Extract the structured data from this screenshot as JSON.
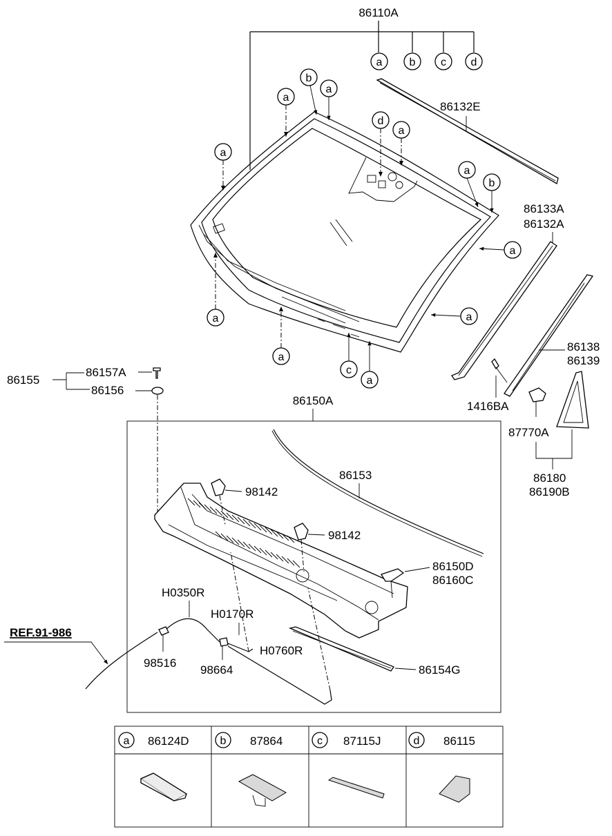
{
  "labels": {
    "windshield_assy": "86110A",
    "moulding_top": "86132E",
    "moulding_side_1": "86133A",
    "moulding_side_2": "86132A",
    "moulding_lower_1": "86138",
    "moulding_lower_2": "86139",
    "clip_1416": "1416BA",
    "cover_assy": "86155",
    "screw": "86157A",
    "grommet": "86156",
    "cowl_top": "86150A",
    "seal_strip": "86153",
    "nozzle_1": "98142",
    "nozzle_2": "98142",
    "bracket_1": "86150D",
    "bracket_2": "86160C",
    "clip_87770": "87770A",
    "garnish_1": "86180",
    "garnish_2": "86190B",
    "hose_1": "H0350R",
    "hose_2": "H0170R",
    "hose_3": "H0760R",
    "valve": "98516",
    "connector": "98664",
    "seal_lower": "86154G",
    "ref": "REF.91-986"
  },
  "callouts": {
    "a": "a",
    "b": "b",
    "c": "c",
    "d": "d"
  },
  "legend": [
    {
      "letter": "a",
      "part": "86124D"
    },
    {
      "letter": "b",
      "part": "87864"
    },
    {
      "letter": "c",
      "part": "87115J"
    },
    {
      "letter": "d",
      "part": "86115"
    }
  ]
}
